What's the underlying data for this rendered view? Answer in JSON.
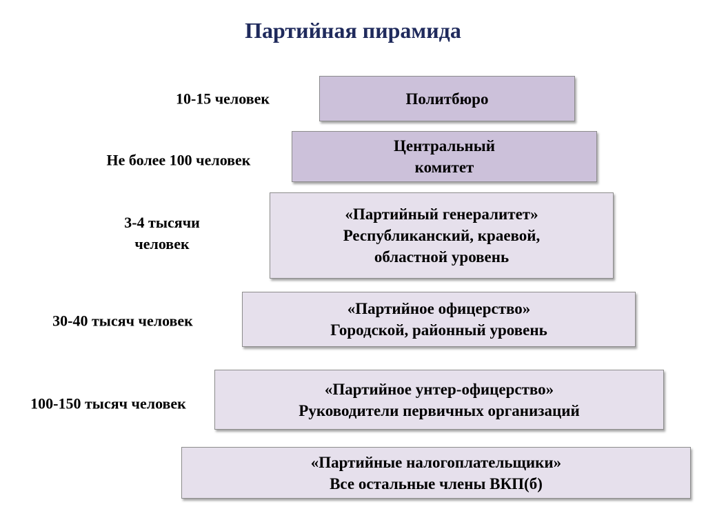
{
  "title": "Партийная пирамида",
  "levels": [
    {
      "count": [
        "10-15 человек"
      ],
      "lines": [
        "Политбюро"
      ]
    },
    {
      "count": [
        "Не более 100 человек"
      ],
      "lines": [
        "Центральный",
        "комитет"
      ]
    },
    {
      "count": [
        "3-4 тысячи",
        "человек"
      ],
      "lines": [
        "«Партийный генералитет»",
        "Республиканский, краевой,",
        "областной уровень"
      ]
    },
    {
      "count": [
        "30-40 тысяч человек"
      ],
      "lines": [
        "«Партийное офицерство»",
        "Городской, районный уровень"
      ]
    },
    {
      "count": [
        "100-150 тысяч человек"
      ],
      "lines": [
        "«Партийное унтер-офицерство»",
        "Руководители первичных организаций"
      ]
    },
    {
      "count": [],
      "lines": [
        "«Партийные налогоплательщики»",
        "Все остальные члены ВКП(б)"
      ]
    }
  ],
  "colors": {
    "title": "#1f2a5c",
    "box_dark": "#ccc1da",
    "box_light": "#e6e0ec"
  }
}
